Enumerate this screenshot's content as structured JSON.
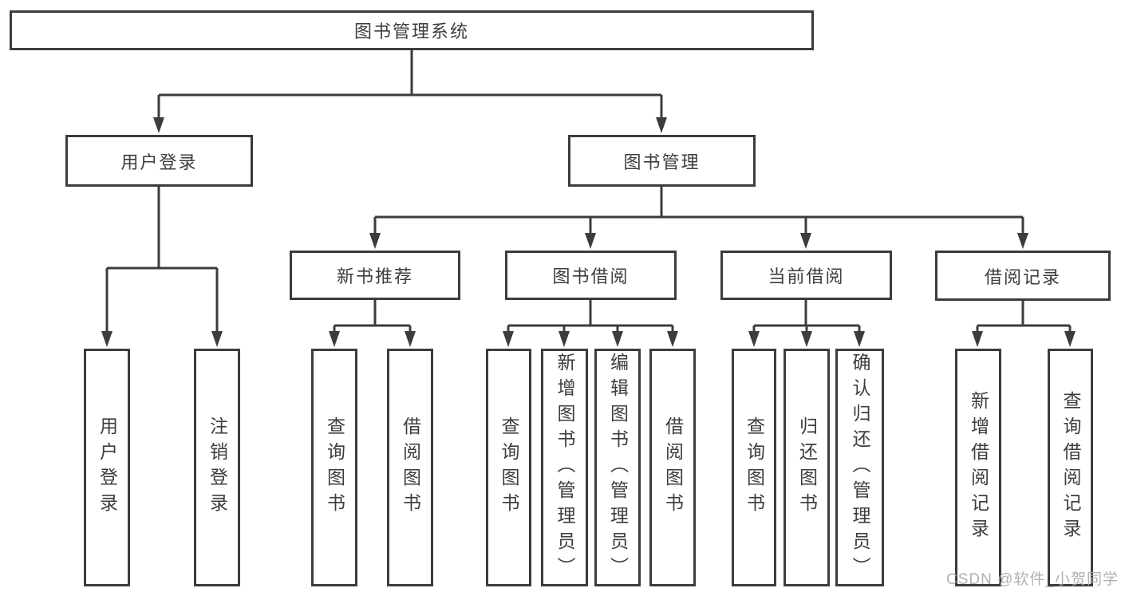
{
  "diagram": {
    "type": "hierarchy-tree",
    "root": {
      "label": "图书管理系统"
    },
    "children": [
      {
        "label": "用户登录",
        "children": [
          {
            "label": "用户登录"
          },
          {
            "label": "注销登录"
          }
        ]
      },
      {
        "label": "图书管理",
        "children": [
          {
            "label": "新书推荐",
            "children": [
              {
                "label": "查询图书"
              },
              {
                "label": "借阅图书"
              }
            ]
          },
          {
            "label": "图书借阅",
            "children": [
              {
                "label": "查询图书"
              },
              {
                "label": "新增图书（管理员）"
              },
              {
                "label": "编辑图书（管理员）"
              },
              {
                "label": "借阅图书"
              }
            ]
          },
          {
            "label": "当前借阅",
            "children": [
              {
                "label": "查询图书"
              },
              {
                "label": "归还图书"
              },
              {
                "label": "确认归还（管理员）"
              }
            ]
          },
          {
            "label": "借阅记录",
            "children": [
              {
                "label": "新增借阅记录"
              },
              {
                "label": "查询借阅记录"
              }
            ]
          }
        ]
      }
    ]
  },
  "watermark": {
    "text": "CSDN @软件_小贺同学"
  },
  "colors": {
    "line": "#3c3c3c",
    "text": "#3d3d3d",
    "watermark": "#a8a8a8",
    "background": "#ffffff"
  }
}
